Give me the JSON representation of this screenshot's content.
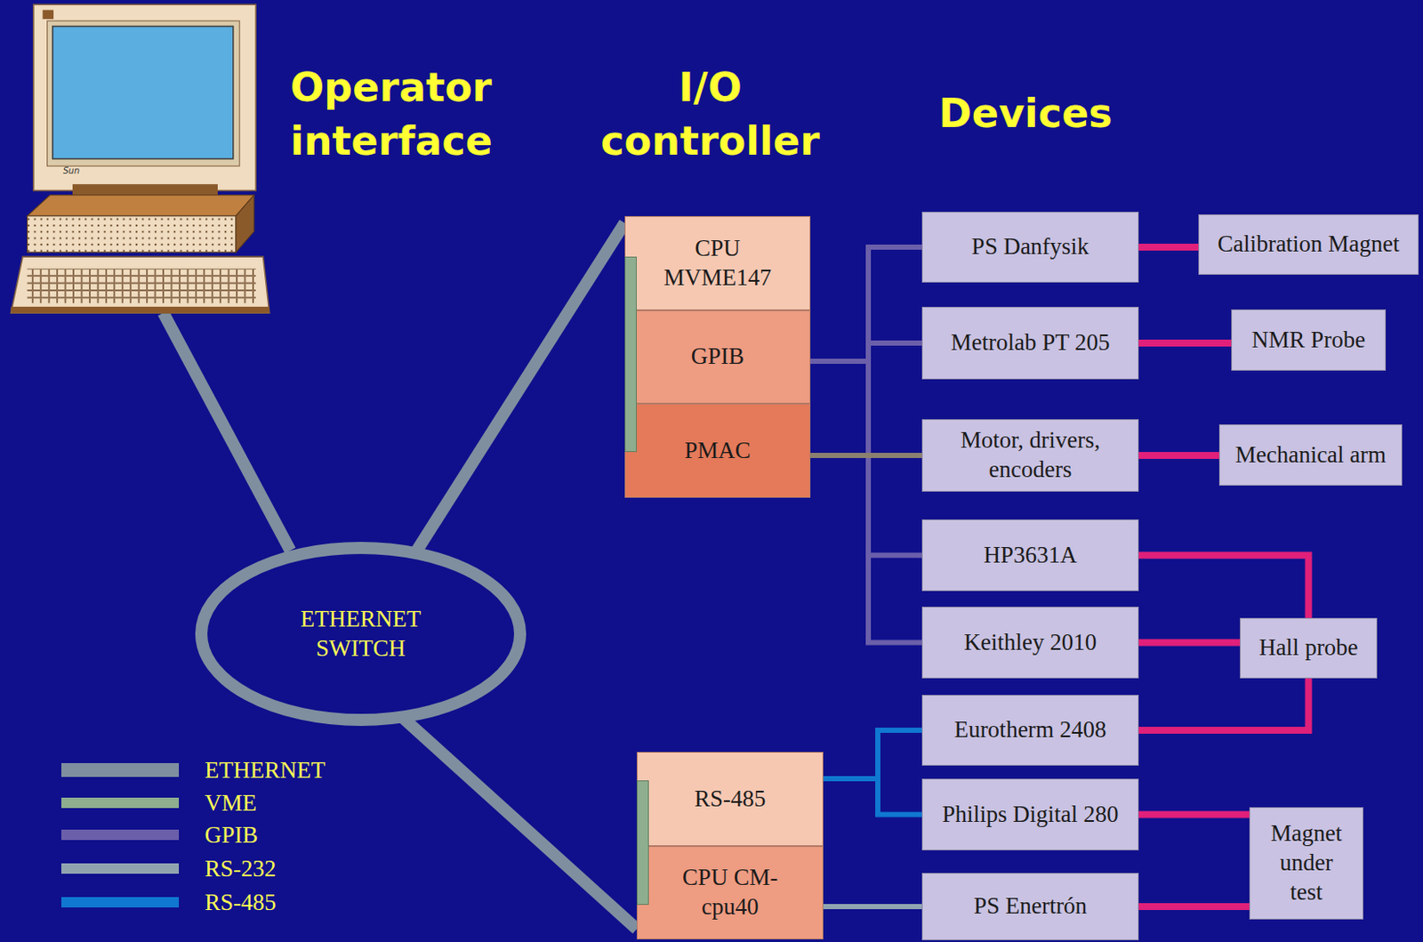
{
  "diagram": {
    "nodes": [
      {
        "text": [
          "ETHERNET SWITCH"
        ]
      },
      {
        "text": [
          "CPU MVME147"
        ]
      },
      {
        "text": [
          "GPIB"
        ]
      },
      {
        "text": [
          "PMAC"
        ]
      },
      {
        "text": [
          "RS-485"
        ]
      },
      {
        "text": [
          "CPU CM-cpu40"
        ]
      },
      {
        "text": [
          "PS Danfysik"
        ]
      },
      {
        "text": [
          "Metrolab PT 205"
        ]
      },
      {
        "text": [
          "Motor, drivers, encoders"
        ]
      },
      {
        "text": [
          "HP3631A"
        ]
      },
      {
        "text": [
          "Keithley 2010"
        ]
      },
      {
        "text": [
          "Eurotherm 2408"
        ]
      },
      {
        "text": [
          "Philips Digital 280"
        ]
      },
      {
        "text": [
          "PS Enertrón"
        ]
      },
      {
        "text": [
          "Calibration Magnet"
        ]
      },
      {
        "text": [
          "NMR Probe"
        ]
      },
      {
        "text": [
          "Mechanical arm"
        ]
      },
      {
        "text": [
          "Hall probe"
        ]
      },
      {
        "text": [
          "Magnet under test"
        ]
      }
    ],
    "edges": [
      {
        "from": 0,
        "to": 1,
        "arrow": "none"
      },
      {
        "from": 0,
        "to": 5,
        "arrow": "none"
      },
      {
        "from": 2,
        "to": 6,
        "arrow": "none"
      },
      {
        "from": 2,
        "to": 7,
        "arrow": "none"
      },
      {
        "from": 2,
        "to": 9,
        "arrow": "none"
      },
      {
        "from": 2,
        "to": 10,
        "arrow": "none"
      },
      {
        "from": 3,
        "to": 8,
        "arrow": "none"
      },
      {
        "from": 4,
        "to": 11,
        "arrow": "none"
      },
      {
        "from": 4,
        "to": 12,
        "arrow": "none"
      },
      {
        "from": 5,
        "to": 13,
        "arrow": "none"
      },
      {
        "from": 6,
        "to": 14,
        "arrow": "none"
      },
      {
        "from": 7,
        "to": 15,
        "arrow": "none"
      },
      {
        "from": 8,
        "to": 16,
        "arrow": "none"
      },
      {
        "from": 9,
        "to": 17,
        "arrow": "none"
      },
      {
        "from": 10,
        "to": 17,
        "arrow": "none"
      },
      {
        "from": 11,
        "to": 17,
        "arrow": "none"
      },
      {
        "from": 12,
        "to": 18,
        "arrow": "none"
      },
      {
        "from": 13,
        "to": 18,
        "arrow": "none"
      }
    ],
    "labels": [
      "Operator interface",
      "I/O controller",
      "Devices",
      "Sun"
    ],
    "legend": [
      {
        "text": "ETHERNET",
        "color": "#7f8f9f"
      },
      {
        "text": "VME",
        "color": "#8fae8f"
      },
      {
        "text": "GPIB",
        "color": "#6b5faa"
      },
      {
        "text": "RS-232",
        "color": "#90a4b0"
      },
      {
        "text": "RS-485",
        "color": "#1078d0"
      }
    ]
  }
}
